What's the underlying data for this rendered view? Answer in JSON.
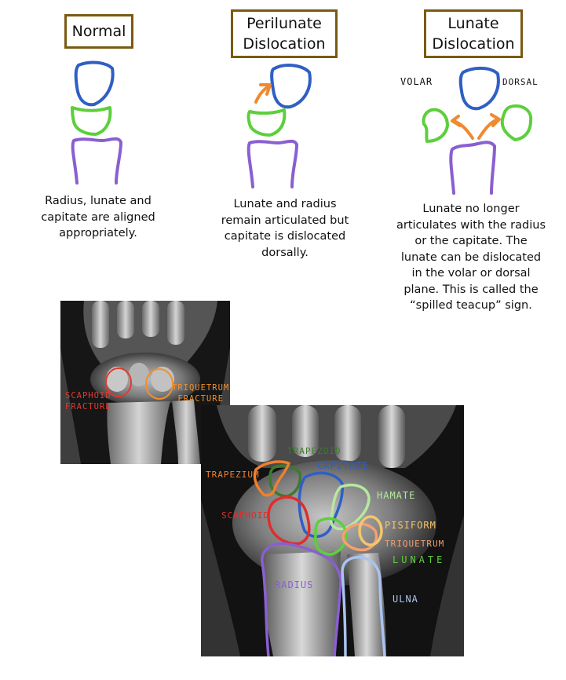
{
  "panels": [
    {
      "title_lines": [
        "Normal"
      ],
      "caption_lines": [
        "Radius, lunate and",
        "capitate are aligned",
        "appropriately."
      ]
    },
    {
      "title_lines": [
        "Perilunate",
        "Dislocation"
      ],
      "caption_lines": [
        "Lunate and radius",
        "remain articulated but",
        "capitate is dislocated",
        "dorsally."
      ]
    },
    {
      "title_lines": [
        "Lunate",
        "Dislocation"
      ],
      "caption_lines": [
        "Lunate no longer",
        "articulates with the radius",
        "or the capitate. The",
        "lunate can be dislocated",
        "in the volar or dorsal",
        "plane. This is called the",
        "“spilled teacup” sign."
      ],
      "side_labels": {
        "left": "VOLAR",
        "right": "DORSAL"
      }
    }
  ],
  "xray1": {
    "labels": {
      "scaphoid": [
        "SCAPHOID",
        "FRACTURE"
      ],
      "triquetrum": [
        "TRIQUETRUM",
        "FRACTURE"
      ]
    }
  },
  "xray2": {
    "labels": {
      "trapezoid": "TRAPEZOID",
      "capitate": "CAPITATE",
      "trapezium": "TRAPEZIUM",
      "hamate": "HAMATE",
      "scaphoid": "SCAPHOID",
      "pisiform": "PISIFORM",
      "triquetrum": "TRIQUETRUM",
      "lunate": "LUNATE",
      "radius": "RADIUS",
      "ulna": "ULNA"
    }
  },
  "colors": {
    "capitate": "#2f5fc4",
    "lunate": "#5ccf3c",
    "radius": "#8a5fd0",
    "arrow": "#f08a2e",
    "title_border": "#7a5a12",
    "fracture_red": "#e23a2e",
    "fracture_orange": "#f0902e",
    "trapezoid": "#3d7a2e",
    "trapezium": "#f07f2e",
    "hamate": "#b6e8a0",
    "scaphoid": "#e02d2d",
    "pisiform": "#f6c66a",
    "triquetrum": "#f5a070",
    "ulna": "#aac3f0"
  }
}
